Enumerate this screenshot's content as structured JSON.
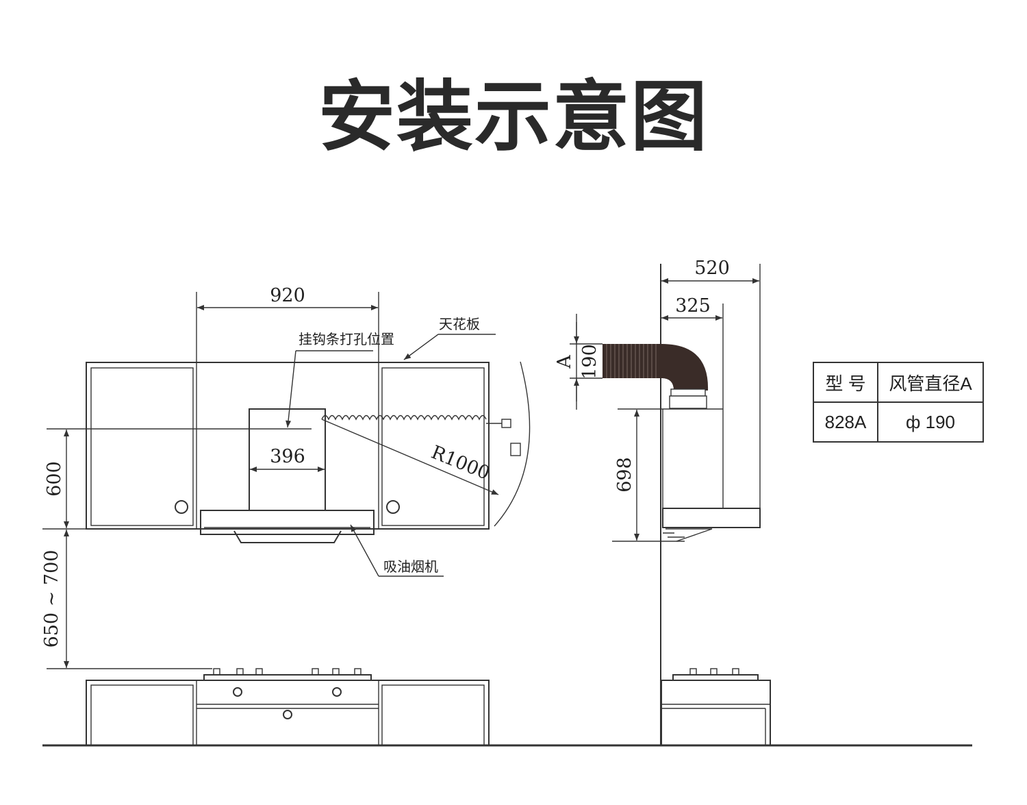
{
  "title": "安装示意图",
  "dimensions": {
    "cabinet_span": "920",
    "hood_width": "396",
    "hood_to_cabinet_bottom": "600",
    "hood_to_stove": "650 ~ 700",
    "radius": "R1000",
    "side_depth_total": "520",
    "side_depth_hood": "325",
    "duct_diameter": "190",
    "duct_label": "A",
    "side_height": "698"
  },
  "labels": {
    "ceiling": "天花板",
    "hanging_hole": "挂钩条打孔位置",
    "range_hood": "吸油烟机"
  },
  "spec_table": {
    "header": [
      "型  号",
      "风管直径A"
    ],
    "rows": [
      [
        "828A",
        "ф 190"
      ]
    ]
  },
  "colors": {
    "line": "#333333",
    "duct": "#3a2c28",
    "text": "#222222"
  }
}
